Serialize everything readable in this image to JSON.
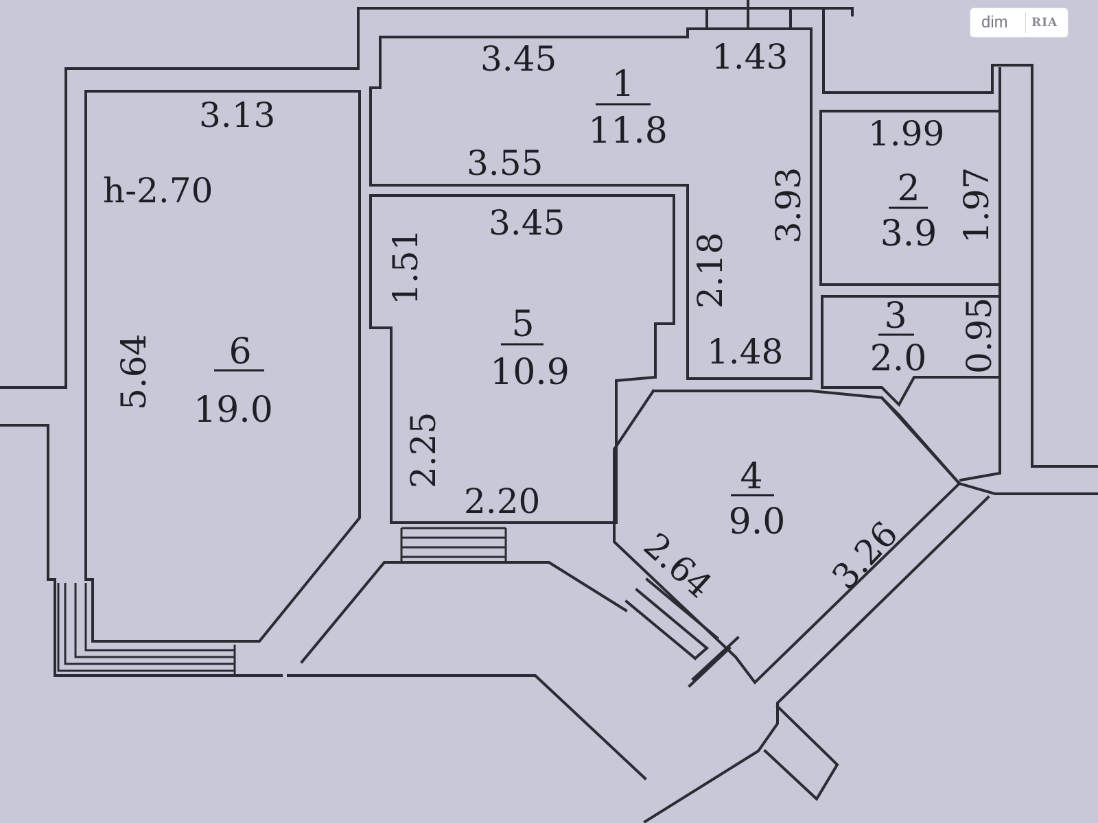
{
  "watermark": {
    "brand": "dim",
    "brand_secondary": "RIA"
  },
  "ceiling_height": "h-2.70",
  "rooms": [
    {
      "number": "1",
      "area": "11.8"
    },
    {
      "number": "2",
      "area": "3.9"
    },
    {
      "number": "3",
      "area": "2.0"
    },
    {
      "number": "4",
      "area": "9.0"
    },
    {
      "number": "5",
      "area": "10.9"
    },
    {
      "number": "6",
      "area": "19.0"
    }
  ],
  "dimensions": [
    "3.45",
    "1.43",
    "3.13",
    "3.55",
    "3.45",
    "1.51",
    "2.18",
    "3.93",
    "1.99",
    "1.97",
    "0.95",
    "1.48",
    "5.64",
    "2.25",
    "2.20",
    "2.64",
    "3.26"
  ]
}
